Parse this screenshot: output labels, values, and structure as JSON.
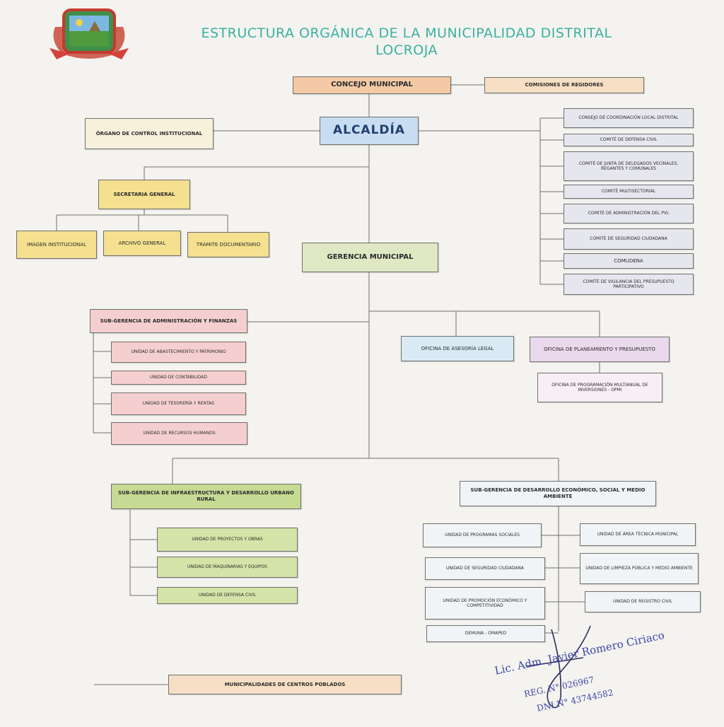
{
  "title": {
    "line1": "ESTRUCTURA ORGÁNICA DE LA MUNICIPALIDAD DISTRITAL",
    "line2": "LOCROJA"
  },
  "nodes": {
    "concejo": "CONCEJO MUNICIPAL",
    "comisiones": "COMISIONES DE REGIDORES",
    "alcaldia": "ALCALDÍA",
    "control": "ÓRGANO DE CONTROL INSTITUCIONAL",
    "secretaria": "SECRETARIA GENERAL",
    "imagen": "IMAGEN INSTITUCIONAL",
    "archivo": "ARCHIVO GENERAL",
    "tramite": "TRÁMITE DOCUMENTARIO",
    "gerencia": "GERENCIA MUNICIPAL",
    "sg_admin": "SUB-GERENCIA DE ADMINISTRACIÓN Y FINANZAS",
    "u_abastecimiento": "UNIDAD DE ABASTECIMIENTO Y PATRIMONIO",
    "u_contabilidad": "UNIDAD DE CONTABILIDAD",
    "u_tesoreria": "UNIDAD DE TESORERÍA Y RENTAS",
    "u_rrhh": "UNIDAD DE RECURSOS HUMANOS",
    "asesoria": "OFICINA DE ASESORÍA LEGAL",
    "planeamiento": "OFICINA DE PLANEAMIENTO Y PRESUPUESTO",
    "opmi": "OFICINA DE PROGRAMACIÓN MULTIANUAL DE INVERSIONES - OPMI",
    "sg_infra": "SUB-GERENCIA DE INFRAESTRUCTURA Y DESARROLLO URBANO RURAL",
    "u_proyectos": "UNIDAD DE PROYECTOS Y OBRAS",
    "u_maquinarias": "UNIDAD DE MAQUINARIAS Y EQUIPOS",
    "u_defensa": "UNIDAD DE DEFENSA CIVIL",
    "sg_desarrollo": "SUB-GERENCIA DE DESARROLLO ECONÓMICO, SOCIAL Y MEDIO AMBIENTE",
    "u_programas": "UNIDAD DE PROGRAMAS SOCIALES",
    "u_seguridad": "UNIDAD DE SEGURIDAD CIUDADANA",
    "u_promocion": "UNIDAD DE PROMOCIÓN ECONÓMICO Y COMPETITIVIDAD",
    "demuna": "DEMUNA - OMAPED",
    "u_area_tecnica": "UNIDAD DE ÁREA TÉCNICA MUNICIPAL",
    "u_limpieza": "UNIDAD DE LIMPIEZA PÚBLICA Y MEDIO AMBIENTE",
    "u_registro": "UNIDAD DE REGISTRO CIVIL",
    "centros": "MUNICIPALIDADES DE CENTROS POBLADOS"
  },
  "comites": [
    "CONSEJO DE COORDINACIÓN LOCAL DISTRITAL",
    "COMITÉ DE DEFENSA CIVIL",
    "COMITÉ DE JUNTA DE DELEGADOS VECINALES, REGANTES Y COMUNALES",
    "COMITÉ MULTISECTORIAL",
    "COMITÉ DE ADMINISTRACIÓN DEL PVL",
    "COMITÉ DE SEGURIDAD CIUDADANA",
    "COMUDENA",
    "COMITÉ DE VIGILANCIA DEL PRESUPUESTO PARTICIPATIVO"
  ],
  "stamp": {
    "name": "Lic. Adm. Javier Romero Ciriaco",
    "reg": "REG. N° 026967",
    "dni": "DNI N° 43744582"
  },
  "colors": {
    "title": "#3bb0a3",
    "stamp": "#3b45a6",
    "line": "#6f6f6f"
  }
}
